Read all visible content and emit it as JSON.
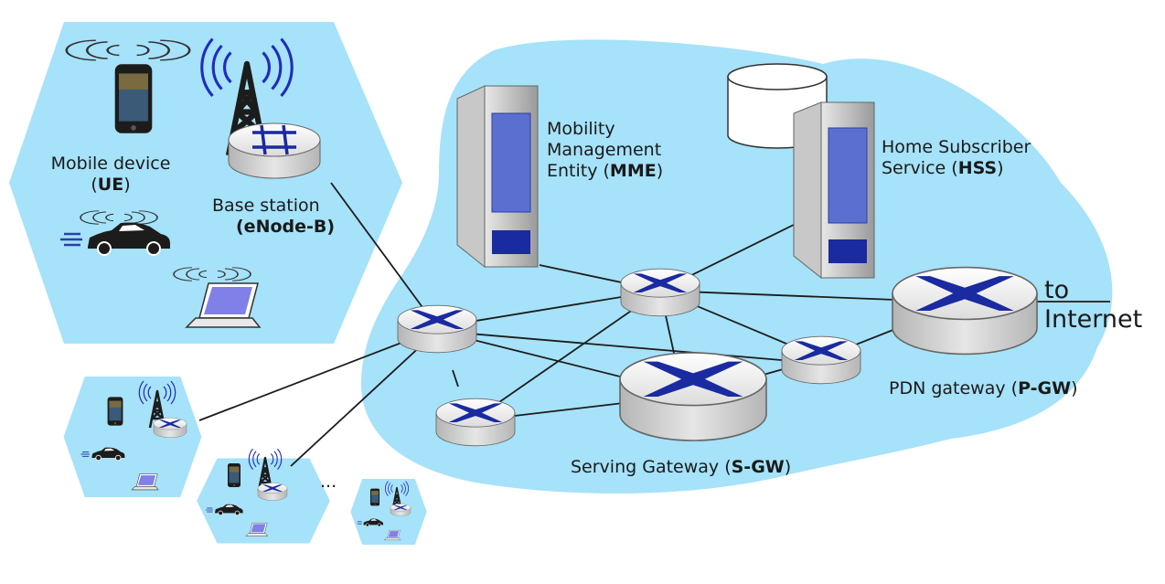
{
  "mobile_device": {
    "line1": "Mobile device",
    "paren_open": "(",
    "abbr": "UE",
    "paren_close": ")"
  },
  "base_station": {
    "line1": "Base station",
    "abbr": "(eNode-B)"
  },
  "mme": {
    "line1": "Mobility",
    "line2": "Management",
    "line3": "Entity (",
    "abbr": "MME",
    "close": ")"
  },
  "hss": {
    "line1": "Home Subscriber",
    "line2": "Service (",
    "abbr": "HSS",
    "close": ")"
  },
  "pgw": {
    "line1": "PDN gateway (",
    "abbr": "P-GW",
    "close": ")"
  },
  "sgw": {
    "line1": "Serving Gateway (",
    "abbr": "S-GW",
    "close": ")"
  },
  "internet": {
    "line1": "to",
    "line2": "Internet"
  },
  "ellipsis": "...",
  "colors": {
    "cell": "#a6e2f9",
    "core": "#a6e2f9",
    "router_top": "#f2f2f2",
    "router_side": "#cfcfcf",
    "arrow": "#1a2aa0",
    "antenna": "#1c1c1c",
    "wave": "#1f2dbd",
    "server": "#c9c9c9",
    "server_panel": "#2c3fa8"
  }
}
